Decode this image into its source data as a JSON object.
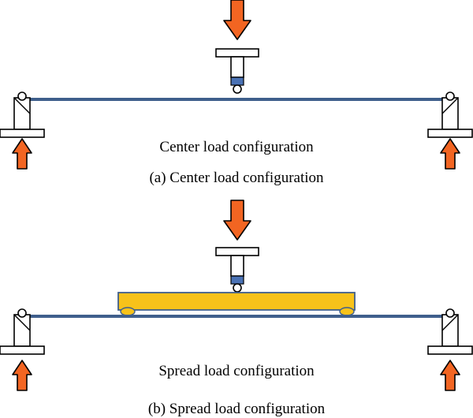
{
  "colors": {
    "arrow": "#f26522",
    "beam": "#3f5f8c",
    "loading_block": "#4a72b5",
    "spreader": "#f7c21a",
    "outline": "#000000"
  },
  "panel_a": {
    "inner_label": "Center load configuration",
    "caption": "(a) Center load configuration"
  },
  "panel_b": {
    "inner_label": "Spread load configuration",
    "caption": "(b) Spread load configuration"
  }
}
